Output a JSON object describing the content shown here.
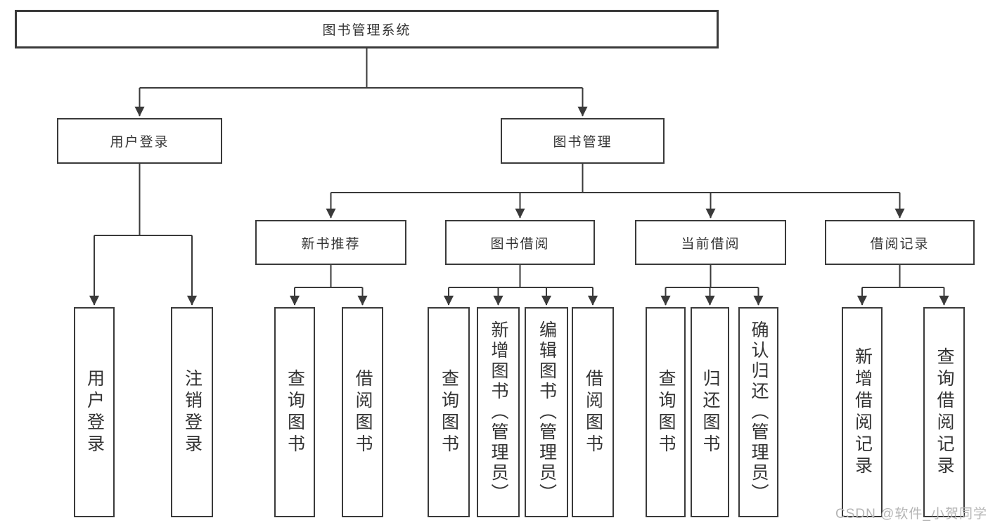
{
  "diagram": {
    "root": {
      "label": "图书管理系统"
    },
    "branches": [
      {
        "label": "用户登录",
        "children": [
          {
            "label": "用户登录"
          },
          {
            "label": "注销登录"
          }
        ]
      },
      {
        "label": "图书管理",
        "children": [
          {
            "label": "新书推荐",
            "children": [
              {
                "label": "查询图书"
              },
              {
                "label": "借阅图书"
              }
            ]
          },
          {
            "label": "图书借阅",
            "children": [
              {
                "label": "查询图书"
              },
              {
                "label": "新增图书（管理员）"
              },
              {
                "label": "编辑图书（管理员）"
              },
              {
                "label": "借阅图书"
              }
            ]
          },
          {
            "label": "当前借阅",
            "children": [
              {
                "label": "查询图书"
              },
              {
                "label": "归还图书"
              },
              {
                "label": "确认归还（管理员）"
              }
            ]
          },
          {
            "label": "借阅记录",
            "children": [
              {
                "label": "新增借阅记录"
              },
              {
                "label": "查询借阅记录"
              }
            ]
          }
        ]
      }
    ]
  },
  "watermark": {
    "text": "CSDN @软件_小贺同学"
  },
  "colors": {
    "line": "#3a3a3a",
    "text": "#333333",
    "watermark": "#b5b5b5",
    "background": "#ffffff"
  }
}
